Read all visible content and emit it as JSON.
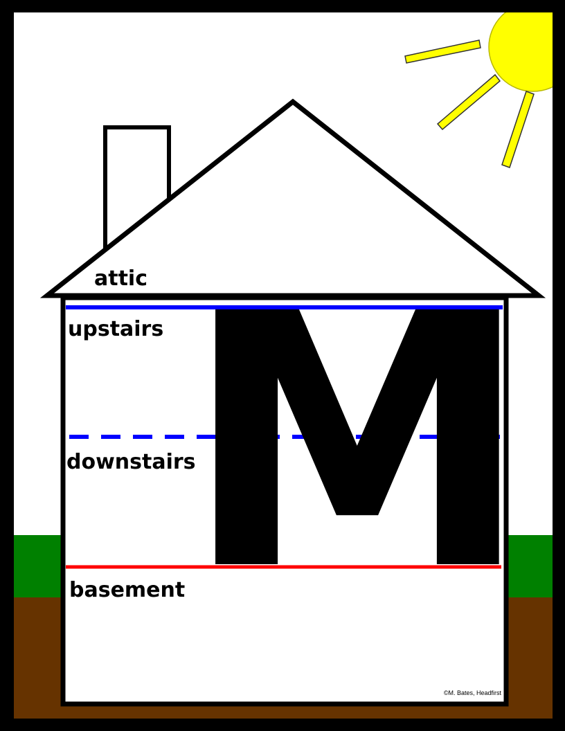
{
  "letter": "M",
  "zones": {
    "attic": "attic",
    "upstairs": "upstairs",
    "downstairs": "downstairs",
    "basement": "basement"
  },
  "copyright": "©M. Bates, Headfirst",
  "colors": {
    "frame": "#000000",
    "sky": "#ffffff",
    "grass": "#008000",
    "dirt": "#663300",
    "sun": "#ffff00",
    "sun_outline": "#b8b800",
    "top_line": "#0000ff",
    "mid_line": "#0000ff",
    "base_line": "#ff0000"
  }
}
